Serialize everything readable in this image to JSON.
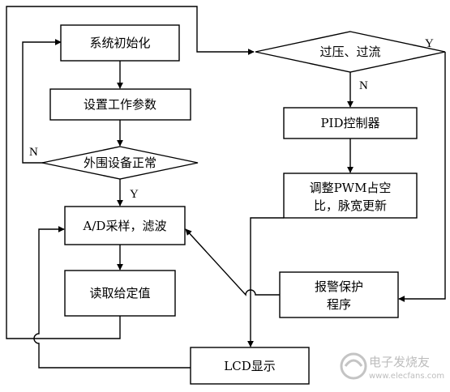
{
  "nodes": {
    "init": "系统初始化",
    "set_params": "设置工作参数",
    "peripheral_check": "外围设备正常",
    "ad_sample": "A/D采样，滤波",
    "read_setpoint": "读取给定值",
    "lcd": "LCD显示",
    "overvoltage_check": "过压、过流",
    "pid": "PID控制器",
    "pwm_line1": "调整PWM占空",
    "pwm_line2": "比，脉宽更新",
    "alarm_line1": "报警保护",
    "alarm_line2": "程序"
  },
  "edge_labels": {
    "peripheral_no": "N",
    "peripheral_yes": "Y",
    "overvoltage_no": "N",
    "overvoltage_yes": "Y"
  },
  "watermark": {
    "main": "电子发烧友",
    "url": "www.elecfans.com"
  }
}
